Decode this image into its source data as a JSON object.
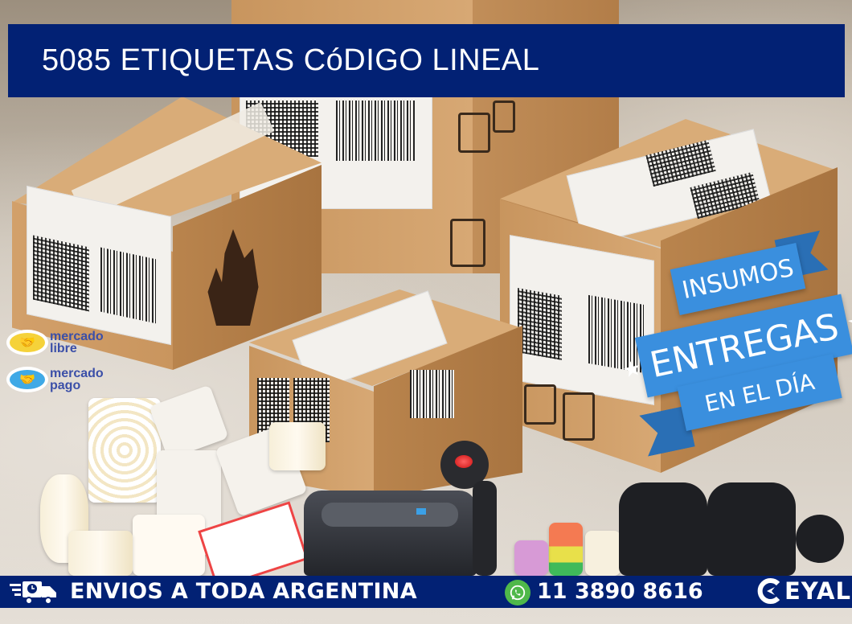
{
  "header": {
    "title": "5085 ETIQUETAS CóDIGO LINEAL",
    "background_color": "#022174",
    "text_color": "#ffffff"
  },
  "promo_ribbon": {
    "line1": "INSUMOS",
    "line2": "ENTREGAS",
    "line3": "EN EL DÍA",
    "star_icon": "star-icon",
    "color": "#3a8fde"
  },
  "payment_badges": [
    {
      "icon": "handshake-icon",
      "line1": "mercado",
      "line2": "libre",
      "oval_color": "#f5d23a"
    },
    {
      "icon": "handshake-icon",
      "line1": "mercado",
      "line2": "pago",
      "oval_color": "#3fa9e6"
    }
  ],
  "footer": {
    "shipping_icon": "fast-truck-icon",
    "shipping_text": "ENVIOS A TODA ARGENTINA",
    "whatsapp_icon": "whatsapp-icon",
    "phone": "11 3890 8616",
    "brand_icon": "ceyal-c-logo",
    "brand_name": "EYAL",
    "background_color": "#022174",
    "whatsapp_color": "#4fb84a"
  },
  "photo": {
    "description": "Cardboard boxes with barcode/QR shipping labels, label rolls, thermal label printer, barcode scanner, and price labelers"
  }
}
